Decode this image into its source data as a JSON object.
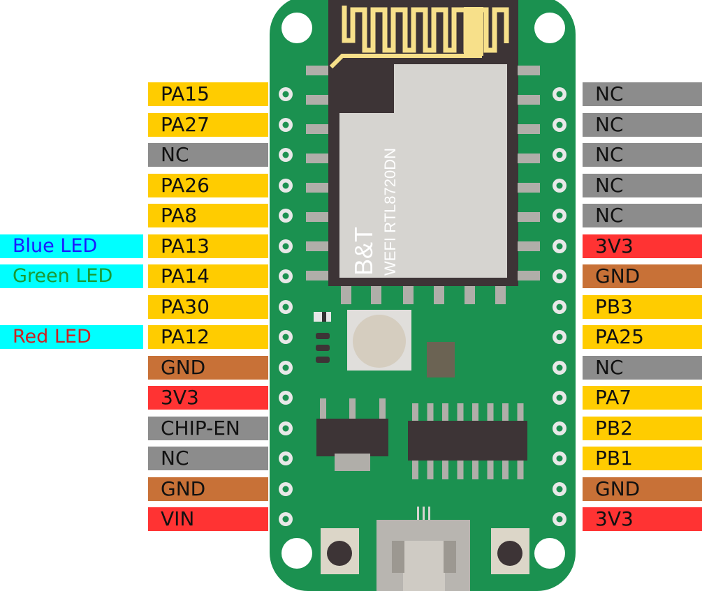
{
  "module": {
    "brand": "B&T",
    "chip": "WEFI RTL8720DN"
  },
  "left_pins": [
    {
      "label": "PA15",
      "color": "#ffcc00"
    },
    {
      "label": "PA27",
      "color": "#ffcc00"
    },
    {
      "label": "NC",
      "color": "#8c8c8c"
    },
    {
      "label": "PA26",
      "color": "#ffcc00"
    },
    {
      "label": "PA8",
      "color": "#ffcc00"
    },
    {
      "label": "PA13",
      "color": "#ffcc00"
    },
    {
      "label": "PA14",
      "color": "#ffcc00"
    },
    {
      "label": "PA30",
      "color": "#ffcc00"
    },
    {
      "label": "PA12",
      "color": "#ffcc00"
    },
    {
      "label": "GND",
      "color": "#c87137"
    },
    {
      "label": "3V3",
      "color": "#ff3333"
    },
    {
      "label": "CHIP-EN",
      "color": "#8c8c8c"
    },
    {
      "label": "NC",
      "color": "#8c8c8c"
    },
    {
      "label": "GND",
      "color": "#c87137"
    },
    {
      "label": "VIN",
      "color": "#ff3333"
    }
  ],
  "right_pins": [
    {
      "label": "NC",
      "color": "#8c8c8c"
    },
    {
      "label": "NC",
      "color": "#8c8c8c"
    },
    {
      "label": "NC",
      "color": "#8c8c8c"
    },
    {
      "label": "NC",
      "color": "#8c8c8c"
    },
    {
      "label": "NC",
      "color": "#8c8c8c"
    },
    {
      "label": "3V3",
      "color": "#ff3333"
    },
    {
      "label": "GND",
      "color": "#c87137"
    },
    {
      "label": "PB3",
      "color": "#ffcc00"
    },
    {
      "label": "PA25",
      "color": "#ffcc00"
    },
    {
      "label": "NC",
      "color": "#8c8c8c"
    },
    {
      "label": "PA7",
      "color": "#ffcc00"
    },
    {
      "label": "PB2",
      "color": "#ffcc00"
    },
    {
      "label": "PB1",
      "color": "#ffcc00"
    },
    {
      "label": "GND",
      "color": "#c87137"
    },
    {
      "label": "3V3",
      "color": "#ff3333"
    }
  ],
  "led_labels": [
    {
      "label": "Blue LED",
      "pin_row": 5,
      "text_color": "#1a1aff"
    },
    {
      "label": "Green LED",
      "pin_row": 6,
      "text_color": "#1a9933"
    },
    {
      "label": "Red LED",
      "pin_row": 8,
      "text_color": "#cc2222"
    }
  ],
  "colors": {
    "pcb": "#1b9150",
    "pcb_outline": "#ffffff",
    "antenna": "#f7e08a",
    "module": "#3d3436",
    "shield": "#d6d4d0",
    "led_tag": "#00ffff"
  }
}
